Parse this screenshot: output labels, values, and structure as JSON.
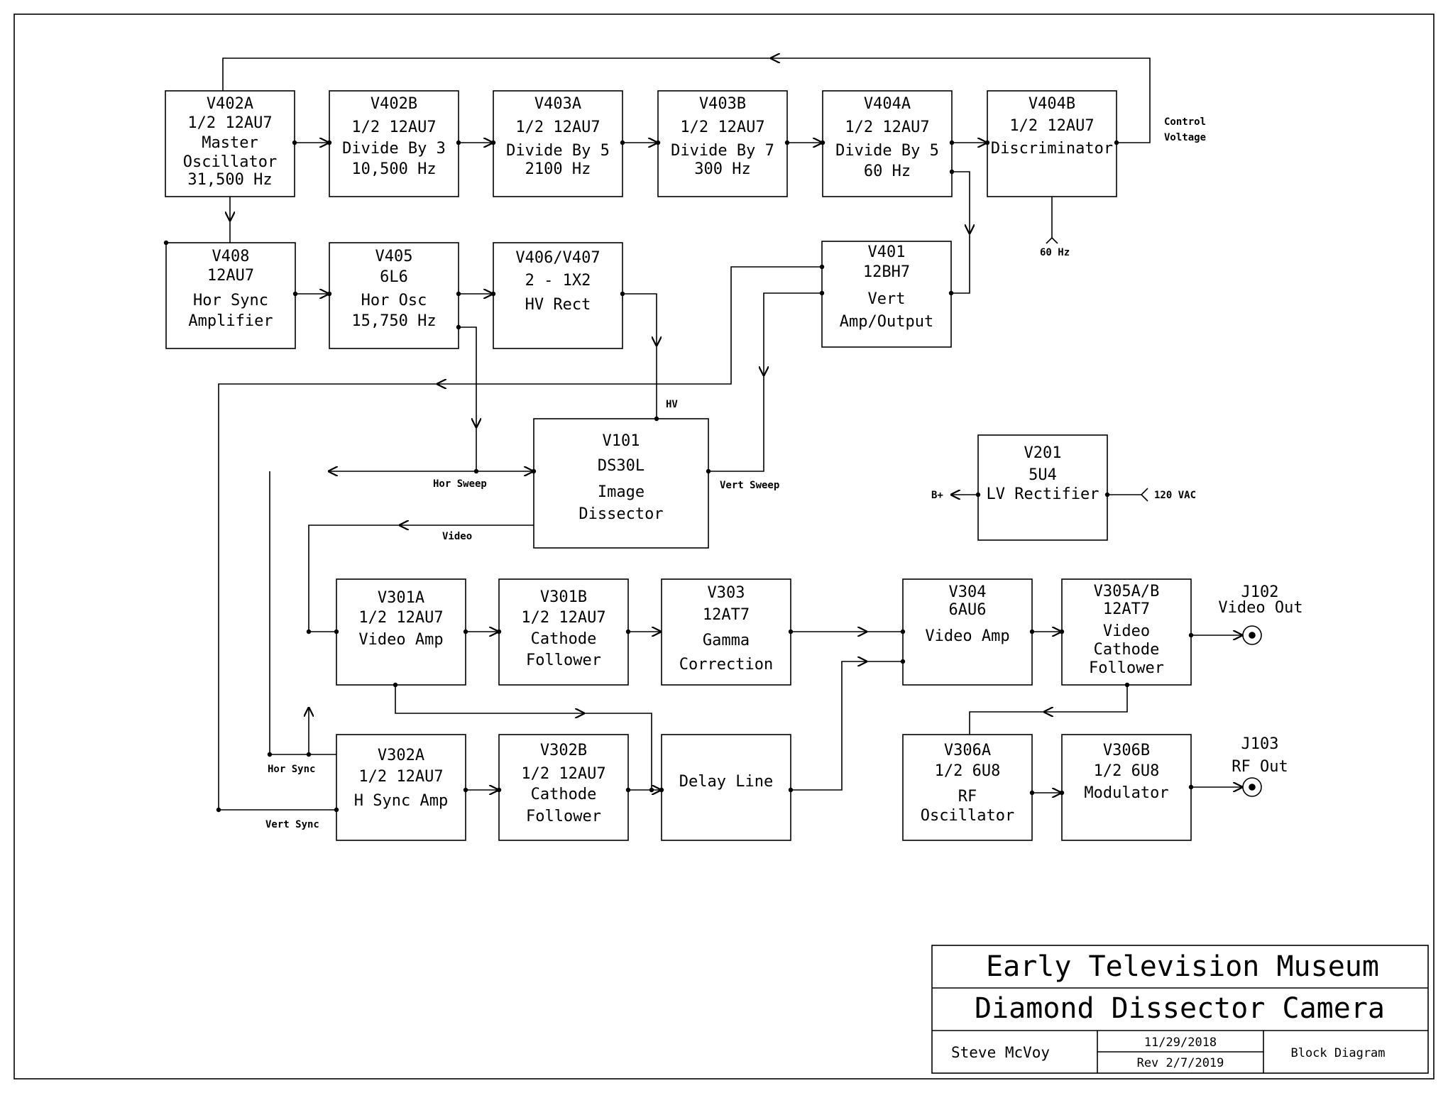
{
  "blocks": [
    {
      "id": "v402a",
      "lines": [
        "V402A",
        "1/2 12AU7",
        "Master",
        "Oscillator",
        "31,500 Hz"
      ]
    },
    {
      "id": "v402b",
      "lines": [
        "V402B",
        "1/2 12AU7",
        "Divide By 3",
        "10,500 Hz"
      ]
    },
    {
      "id": "v403a",
      "lines": [
        "V403A",
        "1/2 12AU7",
        "Divide By 5",
        "2100 Hz"
      ]
    },
    {
      "id": "v403b",
      "lines": [
        "V403B",
        "1/2 12AU7",
        "Divide By 7",
        "300 Hz"
      ]
    },
    {
      "id": "v404a",
      "lines": [
        "V404A",
        "1/2 12AU7",
        "Divide By 5",
        "60 Hz"
      ]
    },
    {
      "id": "v404b",
      "lines": [
        "V404B",
        "1/2 12AU7",
        "Discriminator"
      ]
    },
    {
      "id": "v408",
      "lines": [
        "V408",
        "12AU7",
        "Hor Sync",
        "Amplifier"
      ]
    },
    {
      "id": "v405",
      "lines": [
        "V405",
        "6L6",
        "Hor Osc",
        "15,750 Hz"
      ]
    },
    {
      "id": "v406",
      "lines": [
        "V406/V407",
        "2 - 1X2",
        "HV Rect"
      ]
    },
    {
      "id": "v401",
      "lines": [
        "V401",
        "12BH7",
        "Vert",
        "Amp/Output"
      ]
    },
    {
      "id": "v101",
      "lines": [
        "V101",
        "DS30L",
        "Image",
        "Dissector"
      ]
    },
    {
      "id": "v201",
      "lines": [
        "V201",
        "5U4",
        "LV Rectifier"
      ]
    },
    {
      "id": "v301a",
      "lines": [
        "V301A",
        "1/2 12AU7",
        "Video Amp"
      ]
    },
    {
      "id": "v301b",
      "lines": [
        "V301B",
        "1/2 12AU7",
        "Cathode",
        "Follower"
      ]
    },
    {
      "id": "v303",
      "lines": [
        "V303",
        "12AT7",
        "Gamma",
        "Correction"
      ]
    },
    {
      "id": "v304",
      "lines": [
        "V304",
        "6AU6",
        "Video Amp"
      ]
    },
    {
      "id": "v305",
      "lines": [
        "V305A/B",
        "12AT7",
        "Video",
        "Cathode",
        "Follower"
      ]
    },
    {
      "id": "v302a",
      "lines": [
        "V302A",
        "1/2 12AU7",
        "H Sync Amp"
      ]
    },
    {
      "id": "v302b",
      "lines": [
        "V302B",
        "1/2 12AU7",
        "Cathode",
        "Follower"
      ]
    },
    {
      "id": "delay",
      "lines": [
        "Delay Line"
      ]
    },
    {
      "id": "v306a",
      "lines": [
        "V306A",
        "1/2 6U8",
        "RF",
        "Oscillator"
      ]
    },
    {
      "id": "v306b",
      "lines": [
        "V306B",
        "1/2 6U8",
        "Modulator"
      ]
    }
  ],
  "labels": {
    "control_voltage": [
      "Control",
      "Voltage"
    ],
    "hz60": "60 Hz",
    "hv": "HV",
    "hor_sweep": "Hor Sweep",
    "vert_sweep": "Vert Sweep",
    "video": "Video",
    "hor_sync": "Hor Sync",
    "vert_sync": "Vert Sync",
    "b_plus": "B+",
    "vac120": "120 VAC",
    "j102": [
      "J102",
      "Video Out"
    ],
    "j103": [
      "J103",
      "RF Out"
    ]
  },
  "title_block": {
    "museum": "Early Television Museum",
    "project": "Diamond Dissector Camera",
    "author": "Steve McVoy",
    "date": "11/29/2018",
    "revision": "Rev 2/7/2019",
    "sheet": "Block Diagram"
  }
}
